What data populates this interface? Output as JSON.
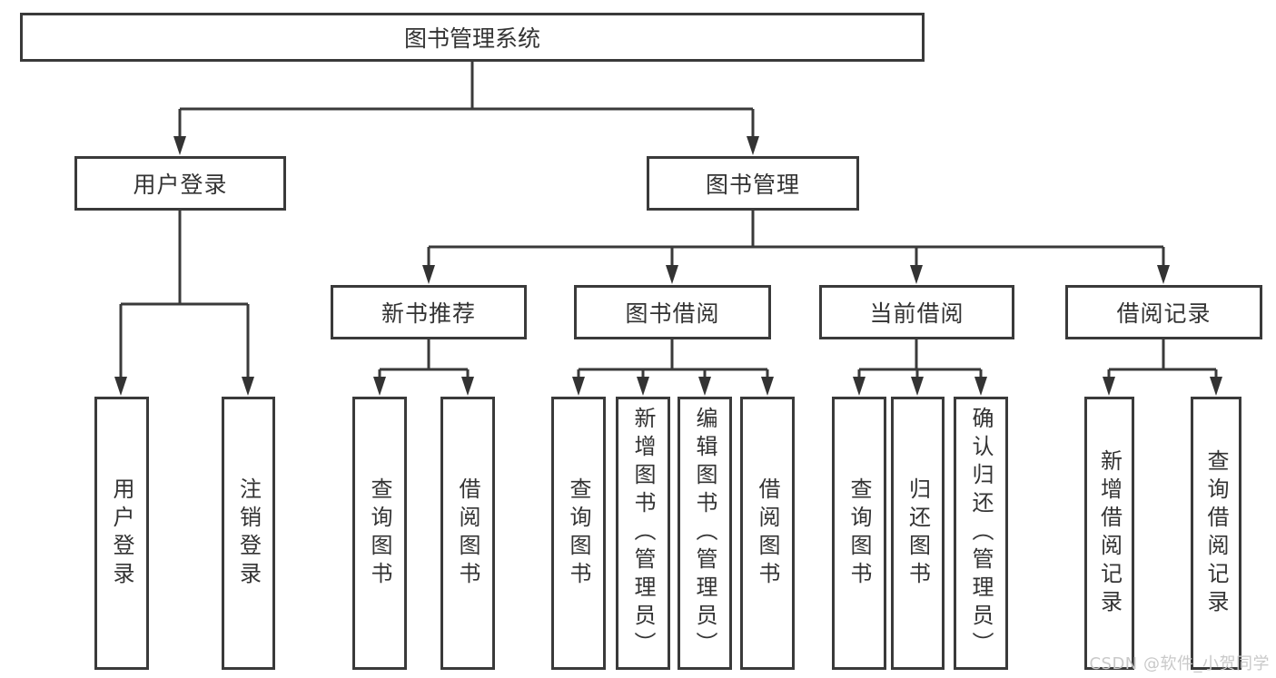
{
  "diagram": {
    "root": {
      "label": "图书管理系统"
    },
    "branches": {
      "user_login": {
        "label": "用户登录",
        "children": [
          {
            "label": "用户登录"
          },
          {
            "label": "注销登录"
          }
        ]
      },
      "book_management": {
        "label": "图书管理",
        "children": [
          {
            "label": "新书推荐",
            "children": [
              {
                "label": "查询图书"
              },
              {
                "label": "借阅图书"
              }
            ]
          },
          {
            "label": "图书借阅",
            "children": [
              {
                "label": "查询图书"
              },
              {
                "label": "新增图书（管理员）"
              },
              {
                "label": "编辑图书（管理员）"
              },
              {
                "label": "借阅图书"
              }
            ]
          },
          {
            "label": "当前借阅",
            "children": [
              {
                "label": "查询图书"
              },
              {
                "label": "归还图书"
              },
              {
                "label": "确认归还（管理员）"
              }
            ]
          },
          {
            "label": "借阅记录",
            "children": [
              {
                "label": "新增借阅记录"
              },
              {
                "label": "查询借阅记录"
              }
            ]
          }
        ]
      }
    },
    "colors": {
      "line": "#3a3a3a",
      "text": "#333333",
      "background": "#ffffff",
      "watermark": "#c9c9c9"
    }
  },
  "watermark": {
    "text": "CSDN @软件_小贺同学"
  }
}
